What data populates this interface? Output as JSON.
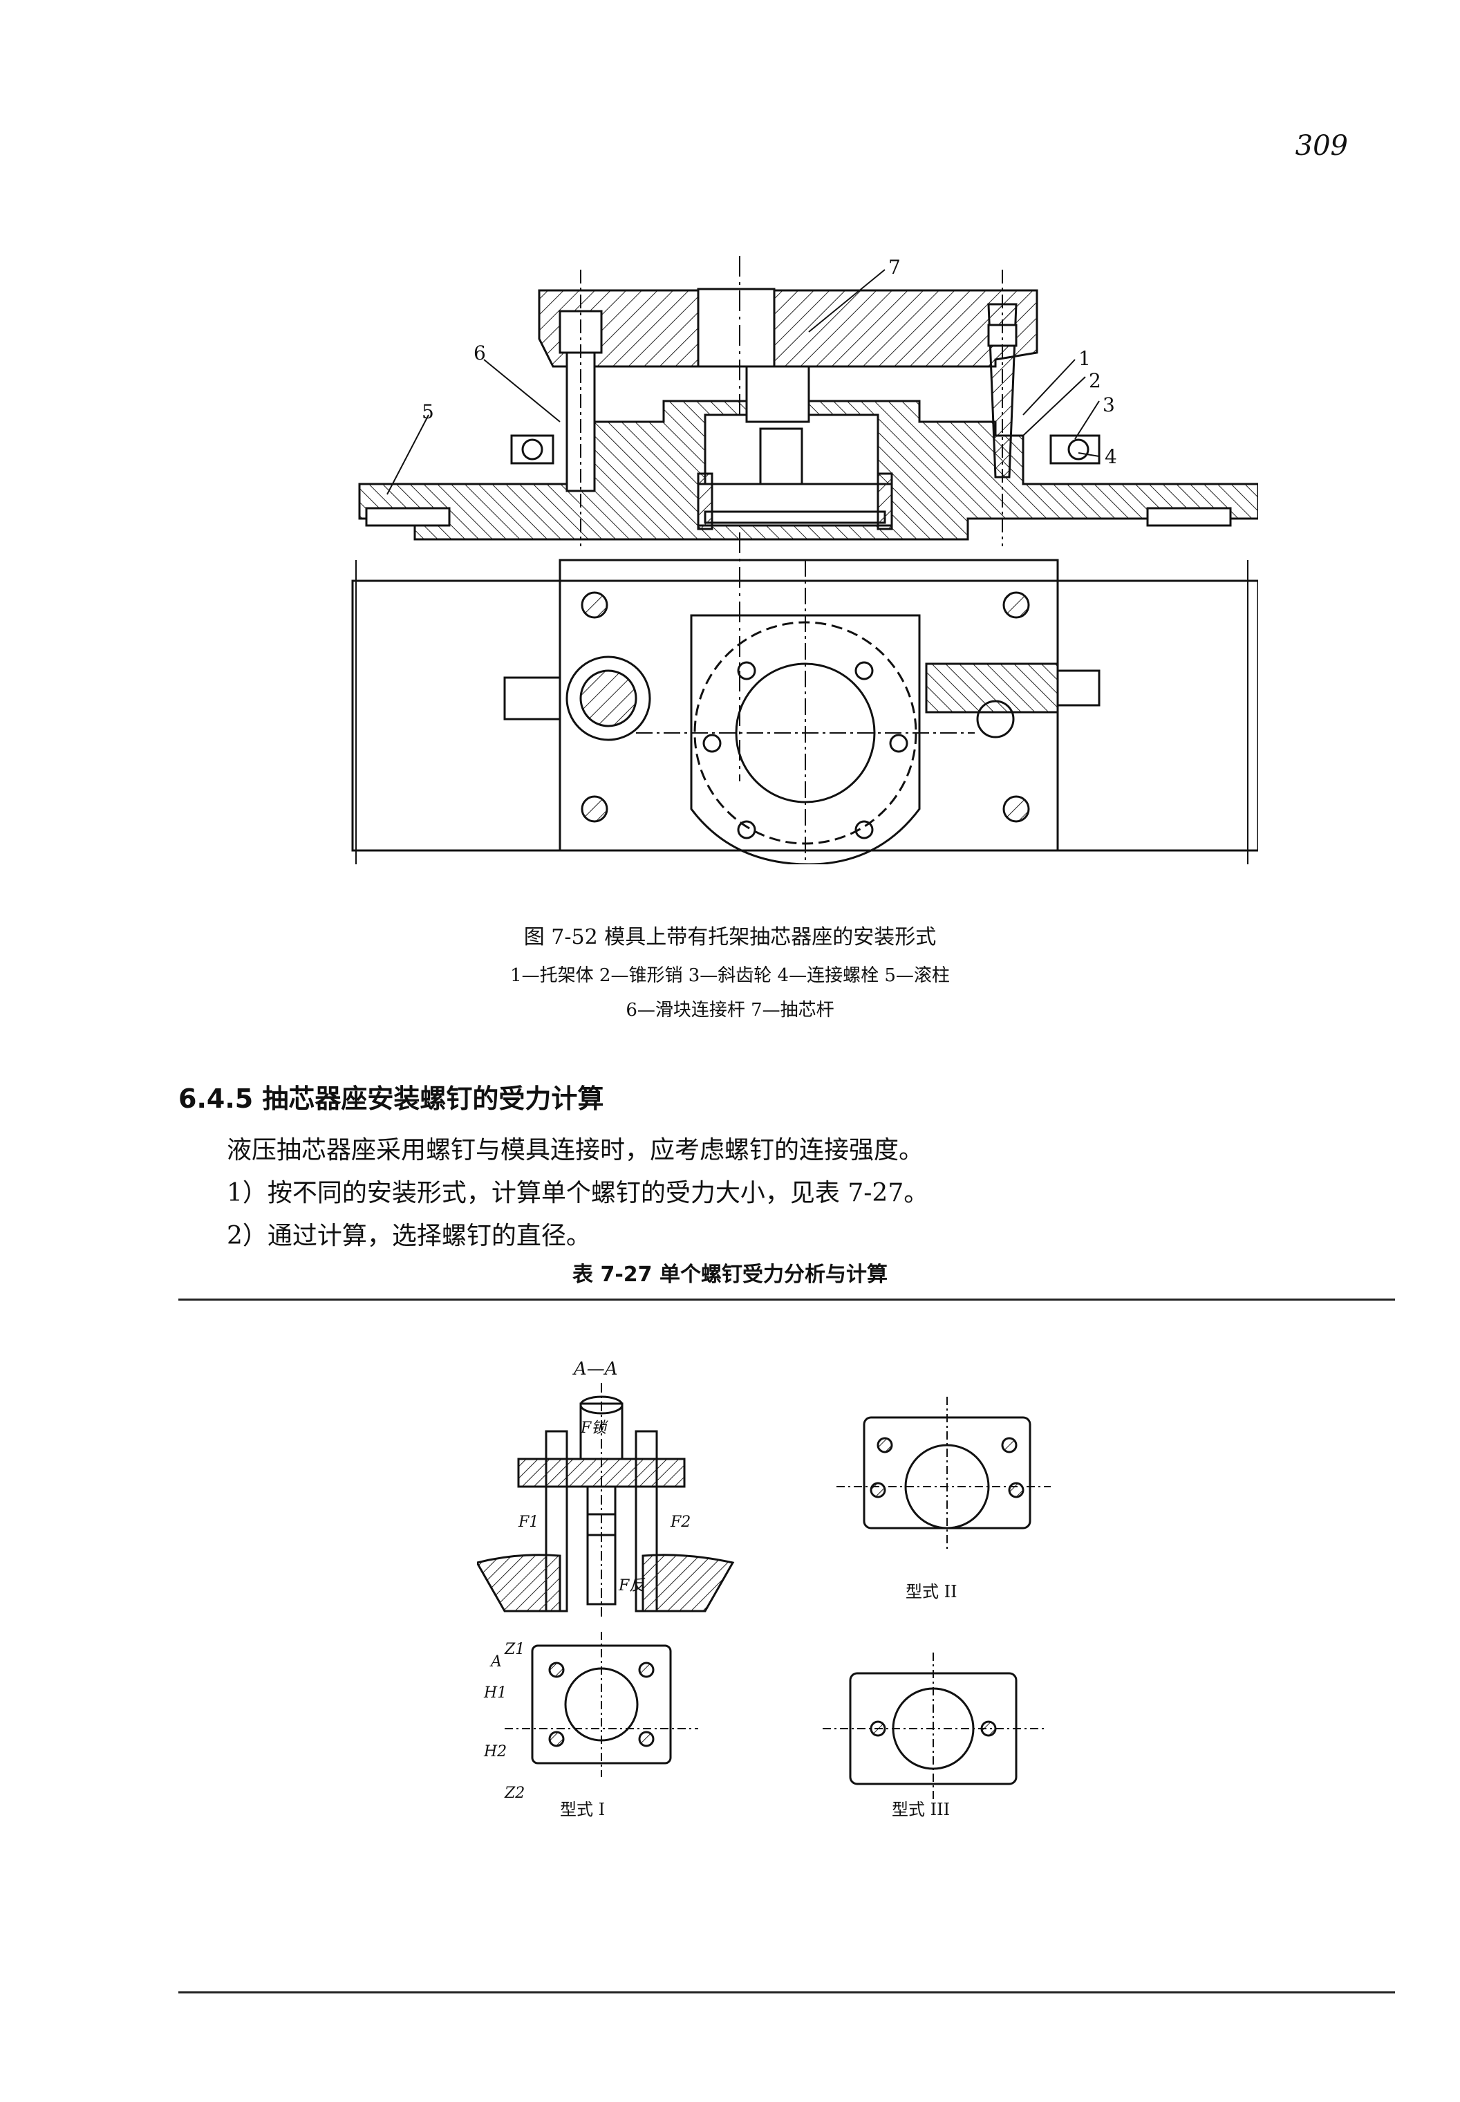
{
  "page_number": "309",
  "figure": {
    "callouts": [
      "1",
      "2",
      "3",
      "4",
      "5",
      "6",
      "7"
    ],
    "caption_title": "图 7-52   模具上带有托架抽芯器座的安装形式",
    "legend_line1": "1—托架体   2—锥形销   3—斜齿轮   4—连接螺栓   5—滚柱",
    "legend_line2": "6—滑块连接杆   7—抽芯杆"
  },
  "section": {
    "heading": "6.4.5   抽芯器座安装螺钉的受力计算",
    "paragraphs": [
      "液压抽芯器座采用螺钉与模具连接时，应考虑螺钉的连接强度。",
      "1）按不同的安装形式，计算单个螺钉的受力大小，见表 7-27。",
      "2）通过计算，选择螺钉的直径。"
    ]
  },
  "table": {
    "title": "表 7-27   单个螺钉受力分析与计算",
    "diagram_labels": {
      "section": "A—A",
      "force_lock": "F锁",
      "force_1": "F1",
      "force_2": "F2",
      "force_react": "F反",
      "z1": "Z1",
      "z2": "Z2",
      "h1": "H1",
      "h2": "H2",
      "a": "A"
    },
    "type_labels": [
      "型式 I",
      "型式 II",
      "型式 III"
    ]
  }
}
